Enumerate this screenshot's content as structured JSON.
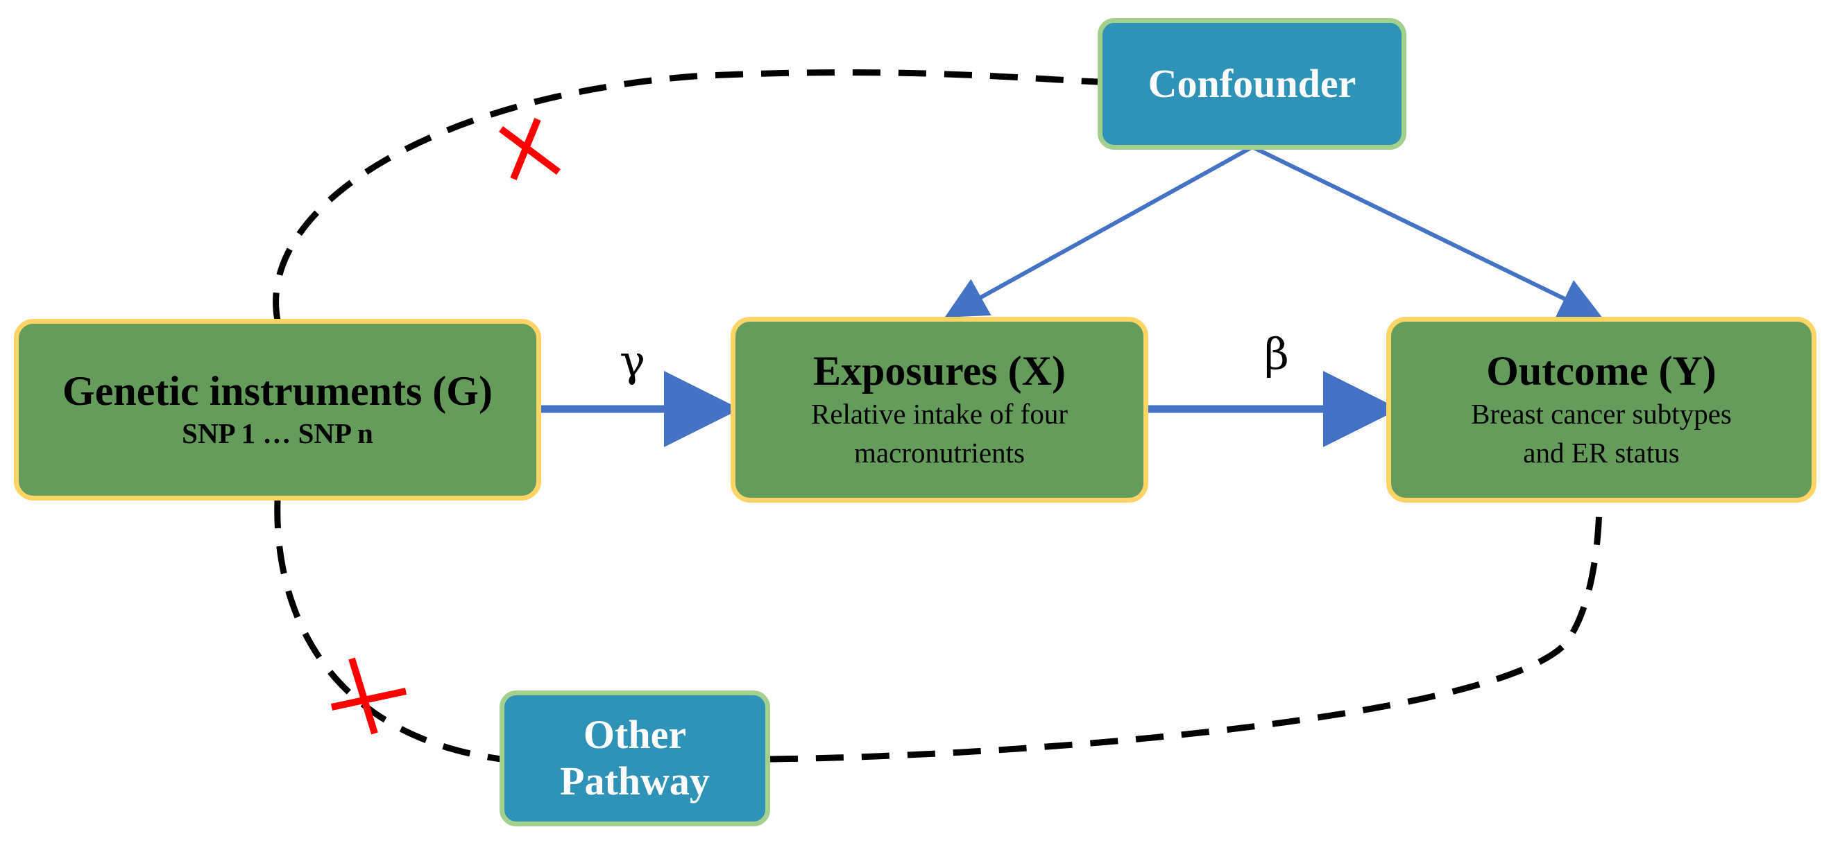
{
  "nodes": {
    "genetic": {
      "title": "Genetic instruments (G)",
      "subtitle": "SNP 1 … SNP n"
    },
    "exposure": {
      "title": "Exposures (X)",
      "line1": "Relative intake of  four",
      "line2": "macronutrients"
    },
    "outcome": {
      "title": "Outcome (Y)",
      "line1": "Breast cancer subtypes",
      "line2": "and ER status"
    },
    "confounder": {
      "label": "Confounder"
    },
    "other_pathway": {
      "line1": "Other",
      "line2": "Pathway"
    }
  },
  "edges": {
    "gamma_label": "γ",
    "beta_label": "β"
  },
  "colors": {
    "green_fill": "#659c5c",
    "green_border": "#fdd566",
    "blue_fill": "#2e93b6",
    "blue_border": "#a4d08e",
    "arrow": "#4472c4",
    "dashed": "#000000",
    "cross": "#ff0000"
  }
}
